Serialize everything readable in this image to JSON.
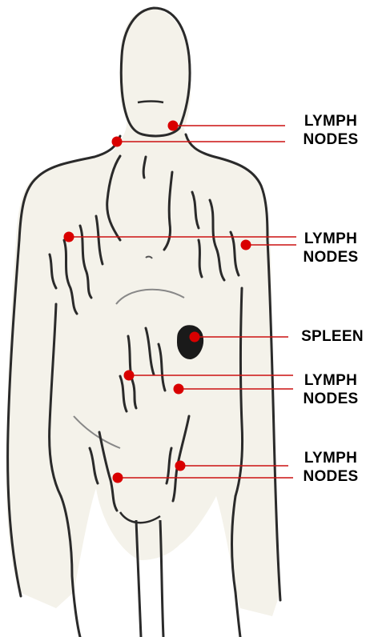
{
  "labels": {
    "neck": {
      "line1": "LYMPH",
      "line2": "NODES"
    },
    "armpit": {
      "line1": "LYMPH",
      "line2": "NODES"
    },
    "spleen": {
      "line1": "SPLEEN"
    },
    "abdomen": {
      "line1": "LYMPH",
      "line2": "NODES"
    },
    "groin": {
      "line1": "LYMPH",
      "line2": "NODES"
    }
  },
  "colors": {
    "marker": "#d90000",
    "leader_line": "#cc1111",
    "outline": "#2a2a2a",
    "body_fill": "#f4f2ea",
    "spleen": "#1a1a1a"
  }
}
